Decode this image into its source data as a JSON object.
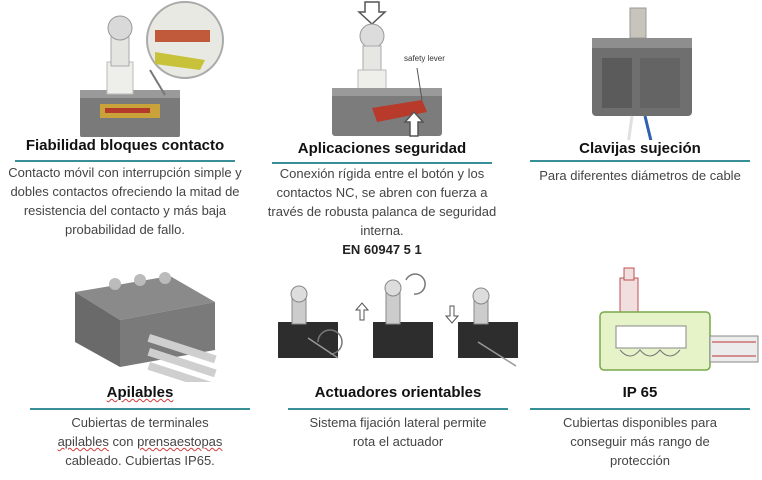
{
  "features": [
    {
      "title": "Fiabilidad bloques contacto",
      "description": "Contacto móvil con interrupción simple y dobles contactos ofreciendo la mitad de resistencia del contacto y más baja probabilidad de fallo."
    },
    {
      "title": "Aplicaciones seguridad",
      "illustration_label": "safety lever",
      "description": "Conexión rígida entre el botón y los contactos NC, se abren con fuerza a través de robusta palanca de seguridad interna.",
      "standard": "EN 60947 5 1"
    },
    {
      "title": "Clavijas sujeción",
      "description": "Para diferentes diámetros de cable"
    },
    {
      "title": "Apilables",
      "description_parts": [
        "Cubiertas de terminales",
        "apilables",
        "con",
        "prensaestopas",
        "cableado. Cubiertas IP65."
      ]
    },
    {
      "title": "Actuadores orientables",
      "description": "Sistema fijación lateral permite rota el actuador"
    },
    {
      "title": "IP 65",
      "description": "Cubiertas disponibles para conseguir más rango de protección"
    }
  ],
  "colors": {
    "rule": "#3a8e95",
    "title": "#111111",
    "text": "#444444"
  }
}
